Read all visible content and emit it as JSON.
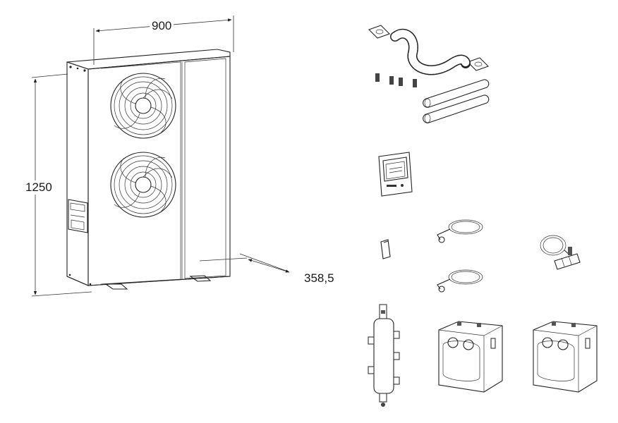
{
  "dimensions": {
    "width": "900",
    "height": "1250",
    "depth": "358,5"
  }
}
